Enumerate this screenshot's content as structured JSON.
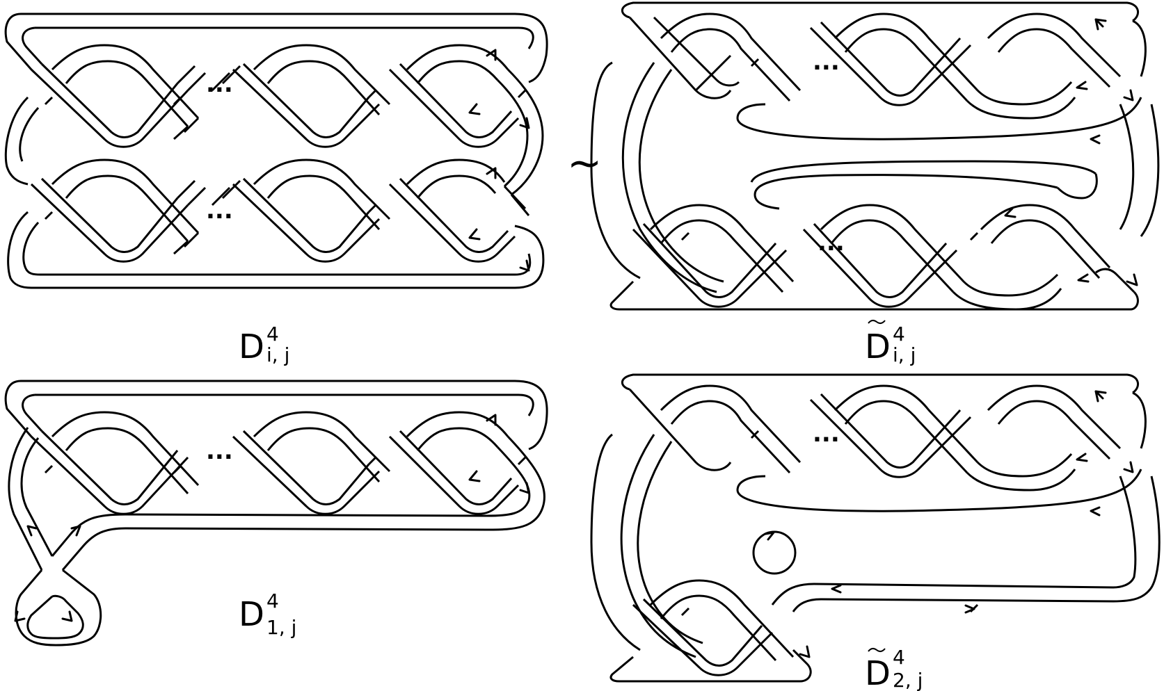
{
  "figure": {
    "relation_symbol": "~",
    "ellipsis": "...",
    "panels": [
      {
        "id": "top-left",
        "label": {
          "main": "D",
          "tilde": false,
          "sup": "4",
          "sub": "i, j"
        }
      },
      {
        "id": "top-right",
        "label": {
          "main": "D",
          "tilde": true,
          "sup": "4",
          "sub": "i, j"
        }
      },
      {
        "id": "bottom-left",
        "label": {
          "main": "D",
          "tilde": false,
          "sup": "4",
          "sub": "1, j"
        }
      },
      {
        "id": "bottom-right",
        "label": {
          "main": "D",
          "tilde": true,
          "sup": "4",
          "sub": "2, j"
        }
      }
    ]
  }
}
